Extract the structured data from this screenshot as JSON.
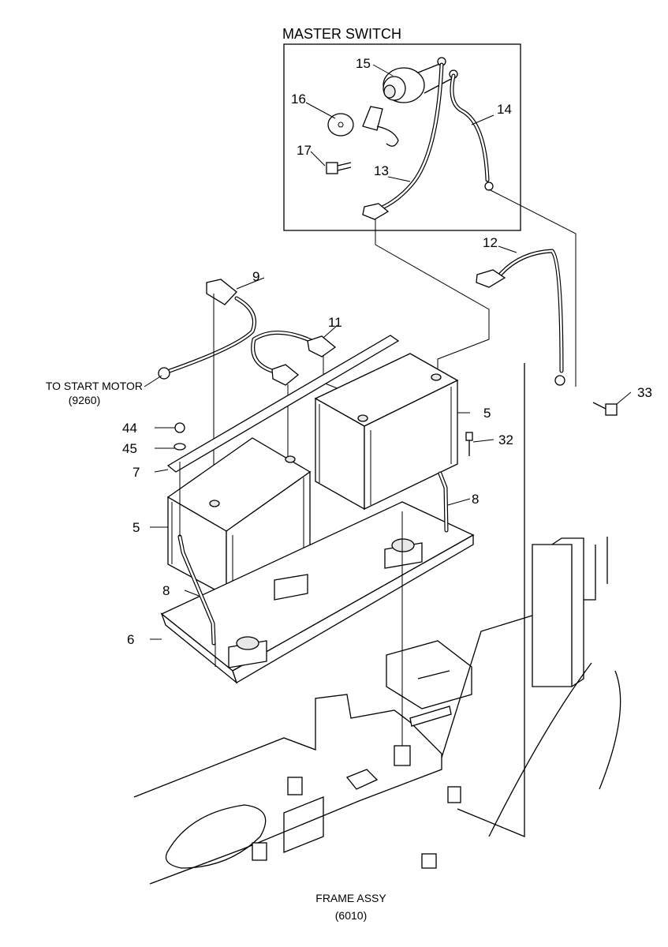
{
  "diagram": {
    "inset_title": "MASTER SWITCH",
    "callouts": {
      "c15": "15",
      "c16": "16",
      "c17": "17",
      "c13": "13",
      "c14": "14",
      "c12": "12",
      "c9": "9",
      "c11": "11",
      "c44": "44",
      "c45": "45",
      "c7": "7",
      "c5_right": "5",
      "c5_left": "5",
      "c32": "32",
      "c8_right": "8",
      "c8_left": "8",
      "c6": "6",
      "c33": "33"
    },
    "references": {
      "start_motor_label": "TO START MOTOR",
      "start_motor_ref": "(9260)",
      "frame_label": "FRAME ASSY",
      "frame_ref": "(6010)"
    }
  }
}
